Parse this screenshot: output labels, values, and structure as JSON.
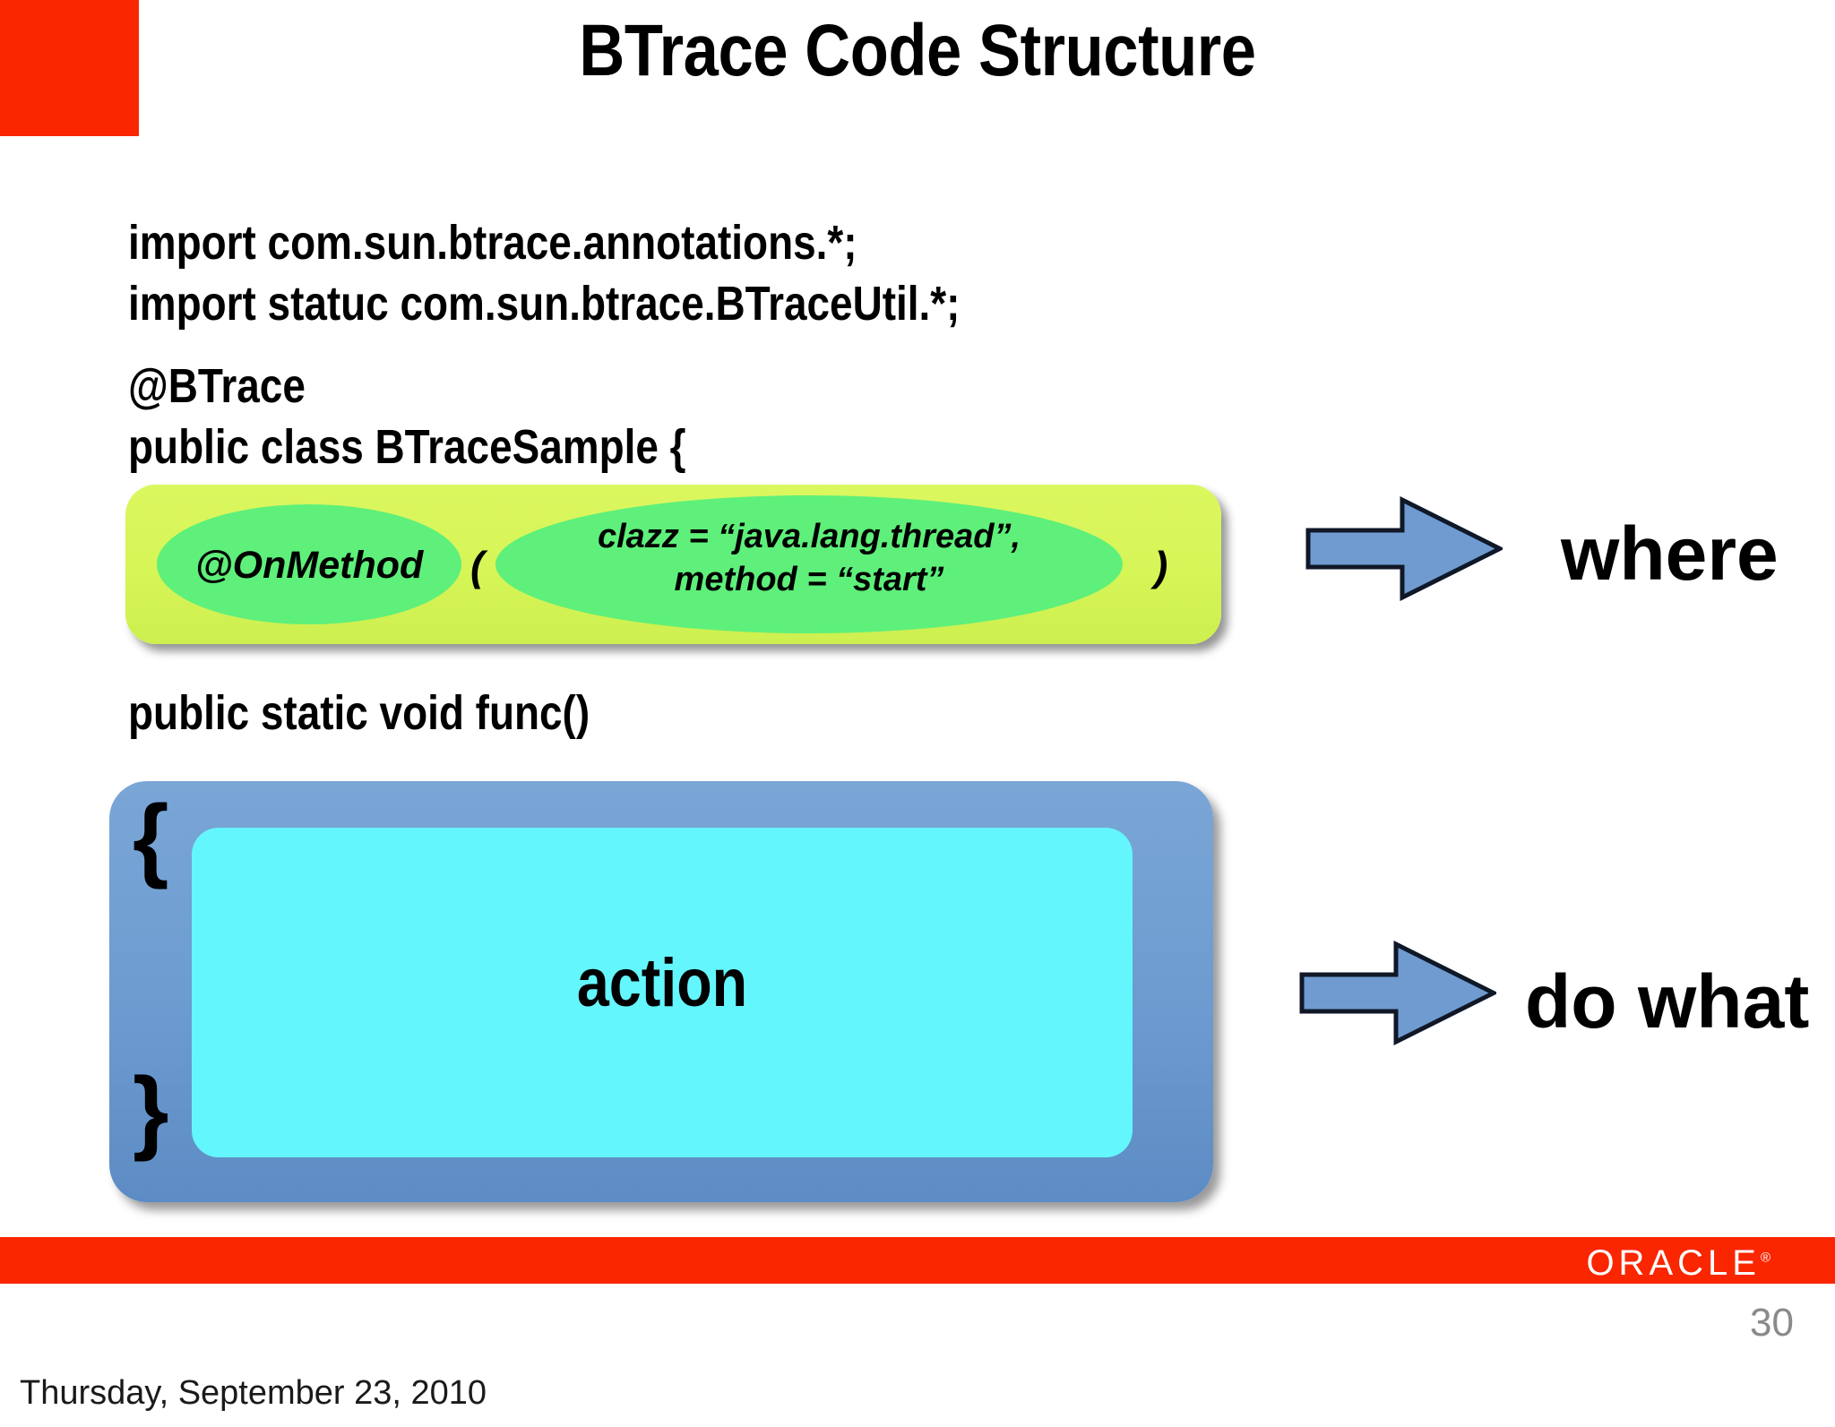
{
  "slide": {
    "title": "BTrace Code Structure",
    "page_number": "30",
    "footer_date": "Thursday, September 23, 2010",
    "brand": "ORACLE",
    "brand_mark": "®",
    "accent_color": "#fa2600"
  },
  "code": {
    "import1": "import com.sun.btrace.annotations.*;",
    "import2": "import statuc com.sun.btrace.BTraceUtil.*;",
    "annotation": "@BTrace",
    "class_decl": "public class BTraceSample {",
    "method_decl": "public static void func()",
    "brace_open": "{",
    "brace_close": "}"
  },
  "where_group": {
    "annotation": "@OnMethod",
    "paren_open": "(",
    "args": "clazz = “java.lang.thread”,\nmethod = “start”",
    "paren_close": ")",
    "callout": "where",
    "outer_color": "#d6f557",
    "ellipse_color": "#5ef07a"
  },
  "action_group": {
    "label": "action",
    "callout": "do what",
    "outer_color": "#6b9bd0",
    "inner_color": "#64f6fd"
  },
  "arrow": {
    "fill_color": "#6f9bd1",
    "stroke_color": "#101828"
  }
}
